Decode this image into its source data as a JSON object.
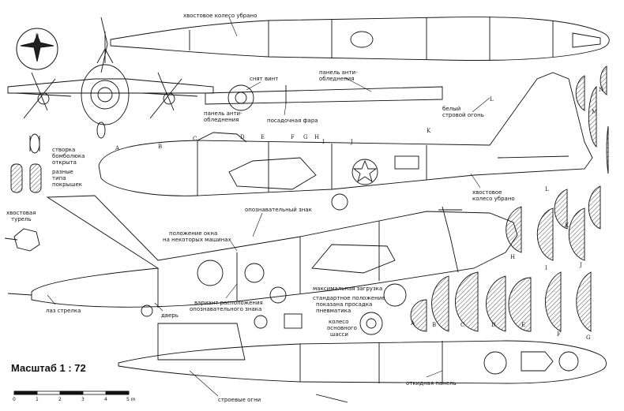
{
  "labels": {
    "tail_wheel_up_top": "хвостовое колесо убрано",
    "anti_ice_panel_top": "панель анти-",
    "anti_ice_panel_top2": "обледнения",
    "prop_removed": "снят винт",
    "anti_ice_panel_mid": "панель анти-",
    "anti_ice_panel_mid2": "обледнения",
    "landing_light": "посадочная фара",
    "white_tail_light": "белый",
    "white_tail_light2": "стровой огонь",
    "bomb_bay": "створка",
    "bomb_bay2": "бомболюка",
    "bomb_bay3": "открыта",
    "tire_types": "разные",
    "tire_types2": "типа",
    "tire_types3": "покрышек",
    "tail_wheel_up_side": "хвостовое",
    "tail_wheel_up_side2": "колесо убрано",
    "tail_turret": "хвостовая",
    "tail_turret2": "турель",
    "insignia": "опознавательный знак",
    "window_position": "положение окна",
    "window_position2": "на некоторых машинах",
    "max_load": "максимальная загрузка",
    "std_position": "стандартное положение",
    "std_position2": "показана просадка",
    "std_position3": "пневматика",
    "main_wheel": "колесо",
    "main_wheel2": "основного",
    "main_wheel3": "шасси",
    "insignia_variant": "вариант расположения",
    "insignia_variant2": "опознавательного знака",
    "gunner_hatch": "лаз стрелка",
    "door": "дверь",
    "formation_lights": "строевые огни",
    "hinged_panel": "откидная панель"
  },
  "scale": {
    "title": "Масштаб 1 : 72",
    "ticks": [
      "0",
      "1",
      "2",
      "3",
      "4",
      "5 m"
    ]
  },
  "section_letters": {
    "top": [
      "A",
      "B",
      "C",
      "D",
      "E",
      "F",
      "G",
      "H",
      "I",
      "J",
      "K",
      "L"
    ],
    "bottom": [
      "A",
      "B",
      "C",
      "D",
      "E",
      "F",
      "G"
    ],
    "right": [
      "N",
      "M",
      "L",
      "K",
      "J",
      "I",
      "H"
    ]
  }
}
